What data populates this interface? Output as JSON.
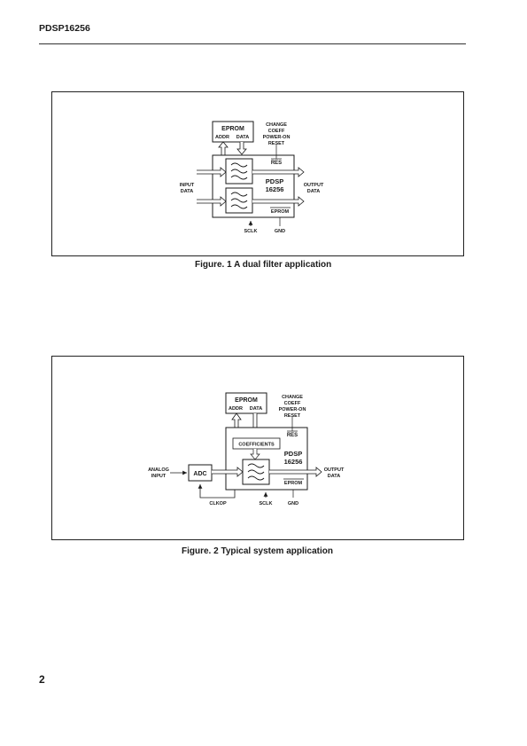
{
  "header": {
    "title": "PDSP16256"
  },
  "page_number": "2",
  "figure1": {
    "caption": "Figure. 1 A dual filter application",
    "eprom_title": "EPROM",
    "eprom_addr": "ADDR",
    "eprom_data": "DATA",
    "change_lines": [
      "CHANGE",
      "COEFF",
      "POWER-ON",
      "RESET"
    ],
    "res_label": "RES",
    "chip_name_1": "PDSP",
    "chip_name_2": "16256",
    "eprom_pin": "EPROM",
    "input_lines": [
      "INPUT",
      "DATA"
    ],
    "output_lines": [
      "OUTPUT",
      "DATA"
    ],
    "sclk": "SCLK",
    "gnd": "GND"
  },
  "figure2": {
    "caption": "Figure. 2 Typical system application",
    "eprom_title": "EPROM",
    "eprom_addr": "ADDR",
    "eprom_data": "DATA",
    "change_lines": [
      "CHANGE",
      "COEFF",
      "POWER-ON",
      "RESET"
    ],
    "res_label": "RES",
    "coefficients": "COEFFICIENTS",
    "chip_name_1": "PDSP",
    "chip_name_2": "16256",
    "eprom_pin": "EPROM",
    "analog_lines": [
      "ANALOG",
      "INPUT"
    ],
    "adc": "ADC",
    "output_lines": [
      "OUTPUT",
      "DATA"
    ],
    "clkop": "CLKOP",
    "sclk": "SCLK",
    "gnd": "GND"
  }
}
